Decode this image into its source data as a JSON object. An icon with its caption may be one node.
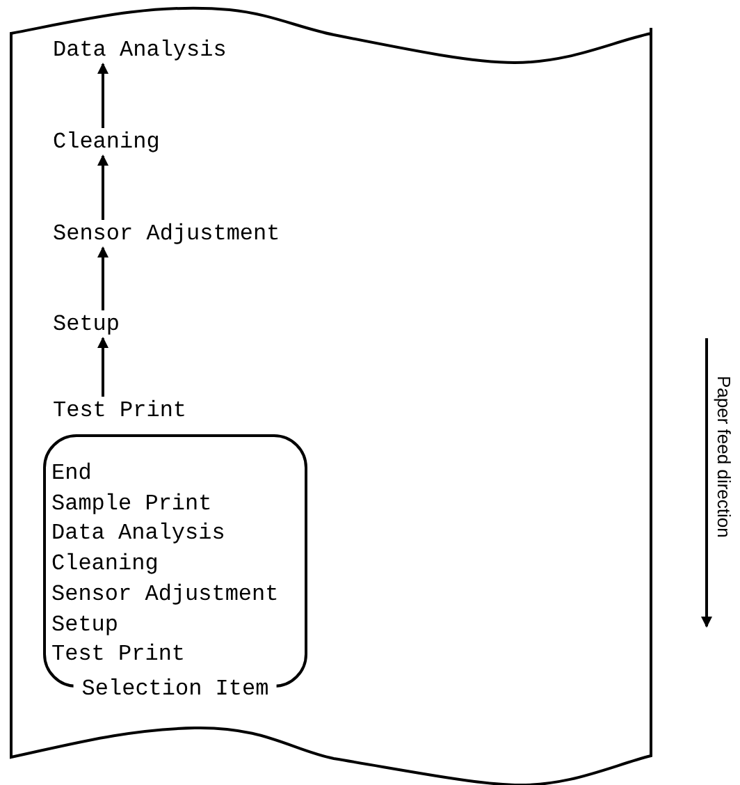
{
  "diagram": {
    "nodes": [
      {
        "text": [
          "Data Analysis"
        ]
      },
      {
        "text": [
          "Cleaning"
        ]
      },
      {
        "text": [
          "Sensor Adjustment"
        ]
      },
      {
        "text": [
          "Setup"
        ]
      },
      {
        "text": [
          "Test Print"
        ]
      },
      {
        "text": [
          "End",
          "Sample Print",
          "Data Analysis",
          "Cleaning",
          "Sensor Adjustment",
          "Setup",
          "Test Print",
          "Selection Item"
        ]
      }
    ],
    "edges": [
      {
        "from": 4,
        "to": 3,
        "arrow": "to"
      },
      {
        "from": 3,
        "to": 2,
        "arrow": "to"
      },
      {
        "from": 2,
        "to": 1,
        "arrow": "to"
      },
      {
        "from": 1,
        "to": 0,
        "arrow": "to"
      }
    ],
    "labels": [
      "Paper feed direction"
    ]
  }
}
